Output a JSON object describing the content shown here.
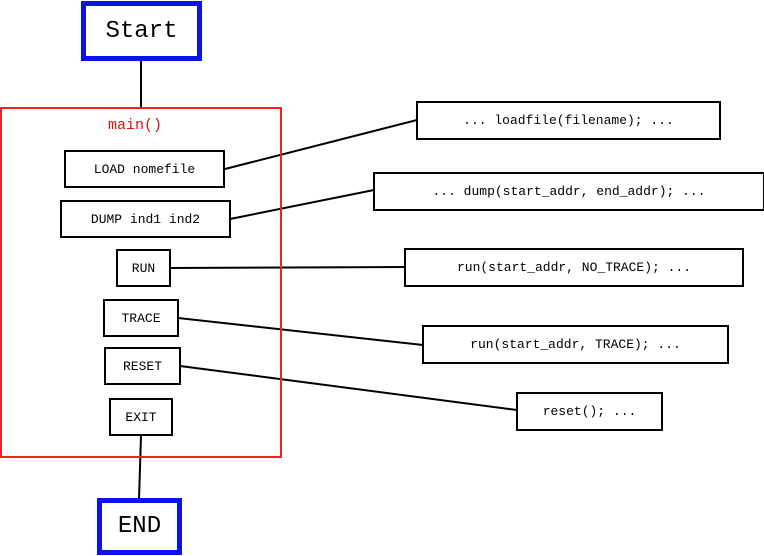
{
  "colors": {
    "terminal_border": "#0a14e6",
    "group_border": "#ee2222",
    "group_title": "#dd1111",
    "line": "#000000",
    "box_border": "#000000"
  },
  "nodes": {
    "start": "Start",
    "end": "END",
    "main": "main()",
    "load": "LOAD nomefile",
    "dump": "DUMP ind1 ind2",
    "run": "RUN",
    "trace": "TRACE",
    "reset": "RESET",
    "exit": "EXIT",
    "loadfile_code": "... loadfile(filename); ...",
    "dump_code": "... dump(start_addr, end_addr); ...",
    "run_code": "run(start_addr, NO_TRACE); ...",
    "trace_code": "run(start_addr, TRACE); ...",
    "reset_code": "reset(); ..."
  },
  "edges": [
    {
      "from": "start",
      "to": "main"
    },
    {
      "from": "load",
      "to": "loadfile_code"
    },
    {
      "from": "dump",
      "to": "dump_code"
    },
    {
      "from": "run",
      "to": "run_code"
    },
    {
      "from": "trace",
      "to": "trace_code"
    },
    {
      "from": "reset",
      "to": "reset_code"
    },
    {
      "from": "exit",
      "to": "end"
    }
  ]
}
